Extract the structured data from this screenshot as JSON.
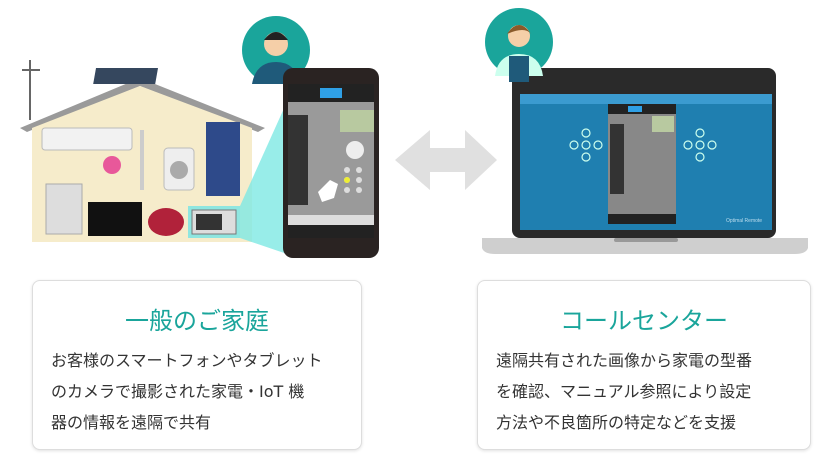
{
  "illustration": {
    "laptop_app_logo": "Optimal Remote",
    "colors": {
      "accent": "#1aa59b",
      "house_wall": "#f6eccb",
      "roof": "#8a8a8a",
      "arrow": "#e0e0e0",
      "screen_blue": "#1f7fb0"
    }
  },
  "cards": [
    {
      "title": "一般のご家庭",
      "lines": [
        "お客様のスマートフォンやタブレット",
        "のカメラで撮影された家電・IoT 機",
        "器の情報を遠隔で共有"
      ]
    },
    {
      "title": "コールセンター",
      "lines": [
        "遠隔共有された画像から家電の型番",
        "を確認、マニュアル参照により設定",
        "方法や不良箇所の特定などを支援"
      ]
    }
  ]
}
